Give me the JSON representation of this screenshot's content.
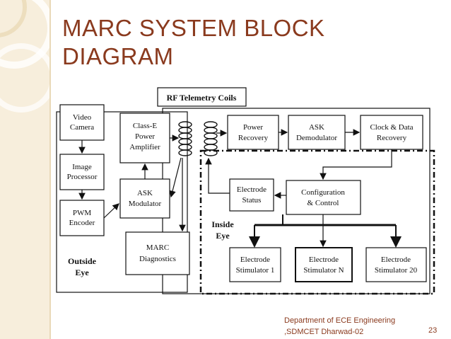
{
  "slide": {
    "title_line1": "MARC SYSTEM BLOCK",
    "title_line2": "DIAGRAM",
    "footer_line1": "Department of ECE Engineering",
    "footer_line2": ",SDMCET Dharwad-02",
    "page_number": "23"
  },
  "diagram": {
    "rf_coils": "RF Telemetry Coils",
    "video_camera": [
      "Video",
      "Camera"
    ],
    "image_processor": [
      "Image",
      "Processor"
    ],
    "pwm_encoder": [
      "PWM",
      "Encoder"
    ],
    "class_e_amp": [
      "Class-E",
      "Power",
      "Amplifier"
    ],
    "ask_modulator": [
      "ASK",
      "Modulator"
    ],
    "marc_diagnostics": [
      "MARC",
      "Diagnostics"
    ],
    "power_recovery": [
      "Power",
      "Recovery"
    ],
    "ask_demodulator": [
      "ASK",
      "Demodulator"
    ],
    "clock_data_recovery": [
      "Clock & Data",
      "Recovery"
    ],
    "electrode_status": [
      "Electrode",
      "Status"
    ],
    "config_control": [
      "Configuration",
      "& Control"
    ],
    "electrode_stim_1": [
      "Electrode",
      "Stimulator 1"
    ],
    "electrode_stim_n": [
      "Electrode",
      "Stimulator N"
    ],
    "electrode_stim_20": [
      "Electrode",
      "Stimulator 20"
    ],
    "outside_eye": [
      "Outside",
      "Eye"
    ],
    "inside_eye": [
      "Inside",
      "Eye"
    ]
  },
  "colors": {
    "title": "#8a3a1e",
    "sidebar": "#f7eedc"
  }
}
